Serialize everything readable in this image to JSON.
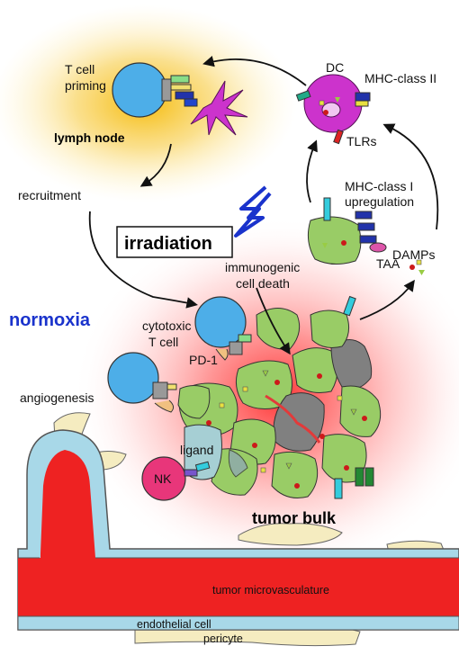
{
  "labels": {
    "t_cell_priming_1": "T cell",
    "t_cell_priming_2": "priming",
    "lymph_node": "lymph node",
    "dc": "DC",
    "mhc_class_ii": "MHC-class II",
    "tlrs": "TLRs",
    "recruitment": "recruitment",
    "mhc_class_i_1": "MHC-class I",
    "mhc_class_i_2": "upregulation",
    "irradiation": "irradiation",
    "damps": "DAMPs",
    "taa": "TAA",
    "immunogenic_1": "immunogenic",
    "immunogenic_2": "cell death",
    "normoxia": "normoxia",
    "cytotoxic_1": "cytotoxic",
    "cytotoxic_2": "T cell",
    "pd1": "PD-1",
    "angiogenesis": "angiogenesis",
    "ligand": "ligand",
    "nk": "NK",
    "tumor_bulk": "tumor bulk",
    "tumor_microvasculature": "tumor microvasculature",
    "endothelial_cell": "endothelial cell",
    "pericyte": "pericyte"
  },
  "colors": {
    "t_cell": "#4daee8",
    "dc": "#cc33cc",
    "tumor_cell": "#99cc66",
    "dead_cell": "#808080",
    "vessel": "#ee2222",
    "endothelium": "#a8d8e8",
    "pericyte": "#f5ecc0",
    "nk": "#e8367a",
    "irradiation": "#1a33cc",
    "normoxia": "#1a33cc",
    "lymph_glow": "#f5b800",
    "tumor_glow": "#ff3333"
  }
}
